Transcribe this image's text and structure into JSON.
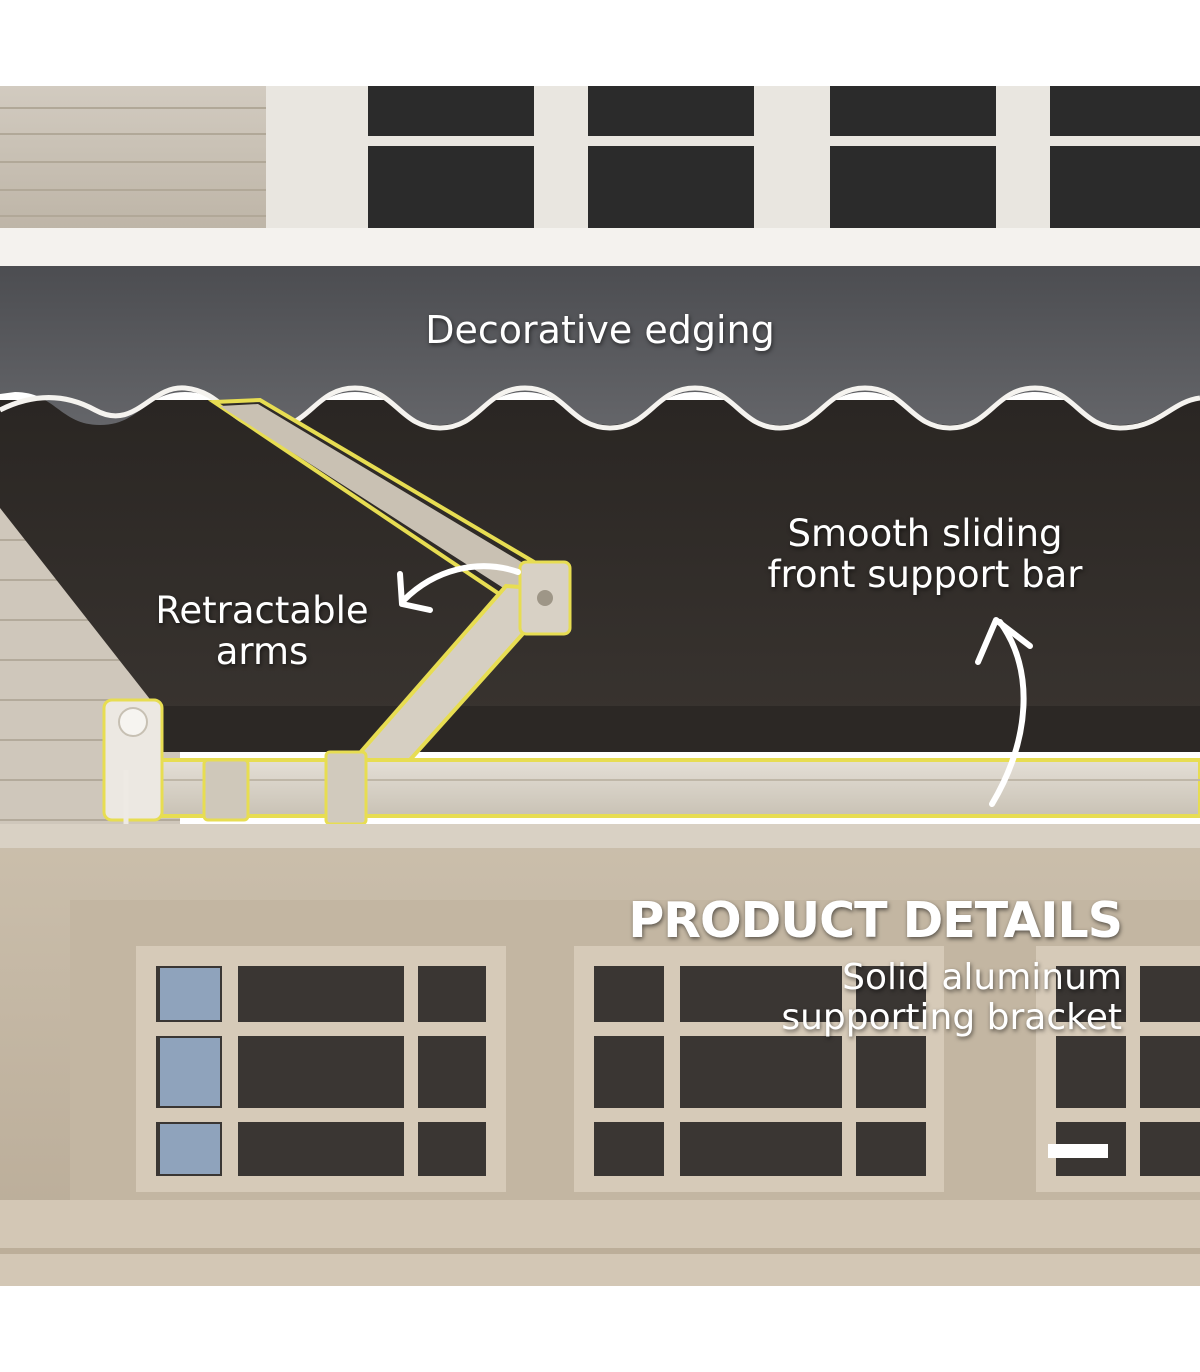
{
  "labels": {
    "decorative_edging": "Decorative edging",
    "retractable_arms_line1": "Retractable",
    "retractable_arms_line2": "arms",
    "support_bar_line1": "Smooth sliding",
    "support_bar_line2": "front support bar",
    "title": "PRODUCT DETAILS",
    "subtitle_line1": "Solid aluminum",
    "subtitle_line2": "supporting bracket"
  },
  "colors": {
    "canopy_valance": "#58595d",
    "canopy_fabric": "#2e2a27",
    "highlight_outline": "#e7dd52",
    "frame_aluminum": "#d9d3c8",
    "house_trim": "#c8bca9",
    "text": "#ffffff"
  }
}
